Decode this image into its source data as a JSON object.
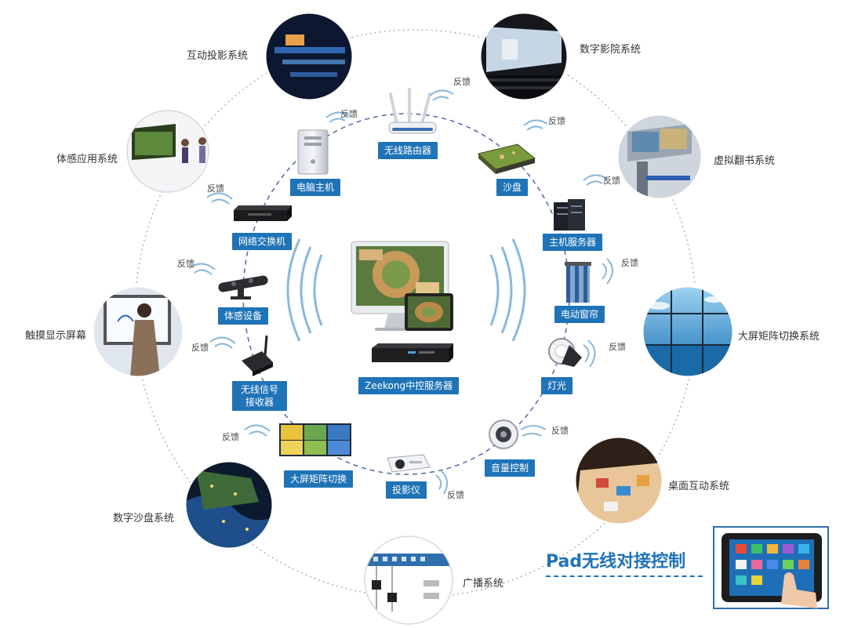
{
  "center": {
    "server_label": "Zeekong中控服务器"
  },
  "devices": {
    "router": "无线路由器",
    "computer": "电脑主机",
    "sandtable": "沙盘",
    "switch": "网络交换机",
    "host_server": "主机服务器",
    "sensor": "体感设备",
    "curtain": "电动窗帘",
    "receiver_line1": "无线信号",
    "receiver_line2": "接收器",
    "light": "灯光",
    "matrix_switch": "大屏矩阵切换",
    "audio": "音量控制",
    "projector": "投影仪"
  },
  "systems": {
    "interactive_projection": "互动投影系统",
    "digital_cinema": "数字影院系统",
    "motion_sensing": "体感应用系统",
    "virtual_book": "虚拟翻书系统",
    "touch_display": "触摸显示屏幕",
    "videowall_matrix": "大屏矩阵切换系统",
    "digital_sandtable": "数字沙盘系统",
    "interactive_table": "桌面互动系统",
    "broadcast": "广播系统"
  },
  "feedback_label": "反馈",
  "pad": {
    "title": "Pad无线对接控制"
  },
  "colors": {
    "accent": "#1f73b7",
    "wave": "#8ab8dc",
    "dash": "#5a6fb0"
  }
}
